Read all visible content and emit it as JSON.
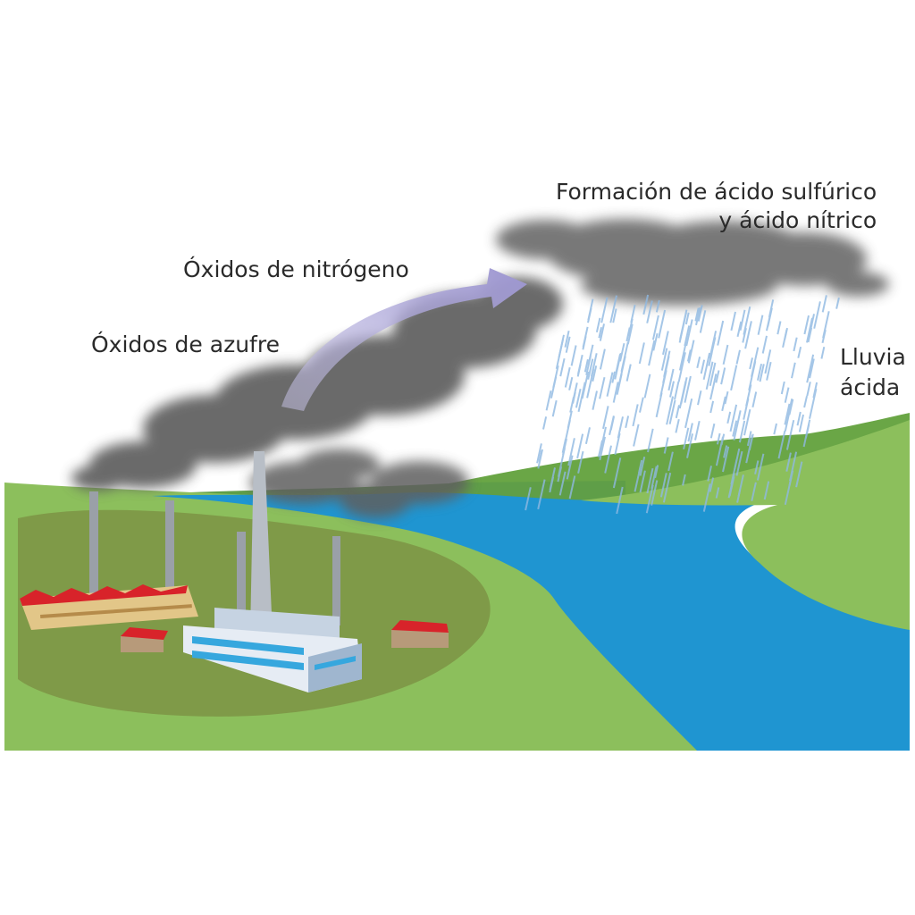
{
  "labels": {
    "sulfuric_line1": "Formación de ácido sulfúrico",
    "sulfuric_line2": "y ácido nítrico",
    "nitrogen_oxides": "Óxidos de nitrógeno",
    "sulfur_oxides": "Óxidos de azufre",
    "acid_rain_line1": "Lluvia",
    "acid_rain_line2": "ácida"
  },
  "colors": {
    "ground": "#8cbf5c",
    "ground_dark": "#7e9a4a",
    "river": "#1f95d1",
    "smoke": "#555555",
    "arrow": "#a9a3d6",
    "rain": "#8fb9e2",
    "roof": "#d8232a"
  }
}
